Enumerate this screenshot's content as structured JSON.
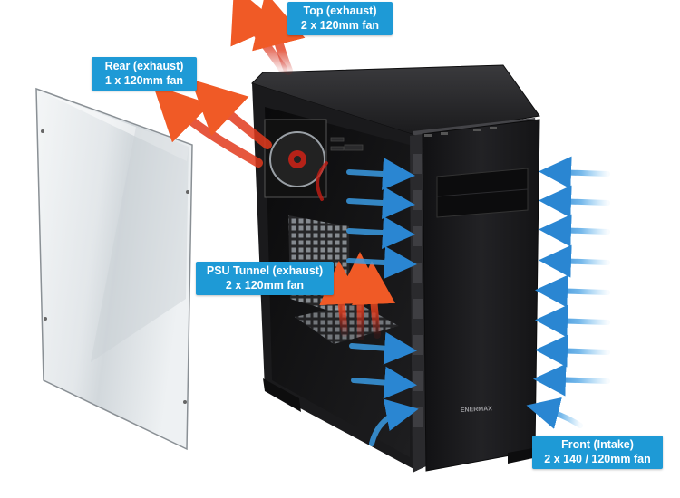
{
  "colors": {
    "callout_bg": "#1e9ad6",
    "exhaust": "#e8401e",
    "intake": "#2f8fd8",
    "case": "#1b1b1d"
  },
  "callouts": {
    "top": {
      "line1": "Top (exhaust)",
      "line2": "2 x 120mm fan"
    },
    "rear": {
      "line1": "Rear (exhaust)",
      "line2": "1 x 120mm fan"
    },
    "psu": {
      "line1": "PSU Tunnel (exhaust)",
      "line2": "2 x 120mm fan"
    },
    "front": {
      "line1": "Front (Intake)",
      "line2": "2 x 140 / 120mm fan"
    }
  },
  "case_brand": "ENERMAX"
}
